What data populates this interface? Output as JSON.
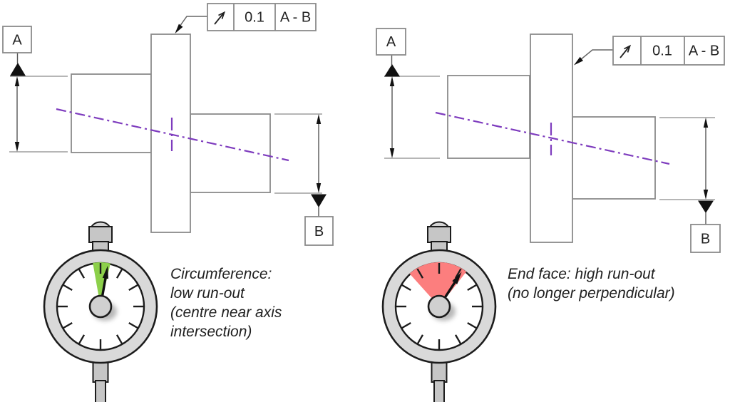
{
  "colors": {
    "centerline_purple": "#7E3CBE",
    "low_runout_green": "#8CD04A",
    "high_runout_red": "#FC7E7E",
    "drawing_gray": "#8A8A8A",
    "gauge_gray": "#D9D9D9"
  },
  "panels": {
    "left": {
      "datum_a_label": "A",
      "datum_b_label": "B",
      "fcf": {
        "symbol_icon": "circular-runout-icon",
        "tolerance": "0.1",
        "datum_refs": "A - B"
      },
      "gauge": {
        "zone": "low run-out",
        "zone_color": "#8CD04A"
      },
      "caption_lines": [
        "Circumference:",
        "low run-out",
        "(centre near axis",
        "intersection)"
      ]
    },
    "right": {
      "datum_a_label": "A",
      "datum_b_label": "B",
      "fcf": {
        "symbol_icon": "circular-runout-icon",
        "tolerance": "0.1",
        "datum_refs": "A - B"
      },
      "gauge": {
        "zone": "high run-out",
        "zone_color": "#FC7E7E"
      },
      "caption_lines": [
        "End face: high run-out",
        "(no longer perpendicular)"
      ]
    }
  }
}
